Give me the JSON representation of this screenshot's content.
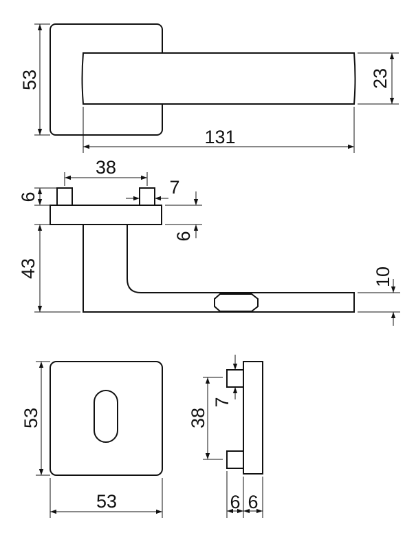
{
  "top_view": {
    "rose_height": "53",
    "lever_length": "131",
    "lever_width": "23"
  },
  "side_view": {
    "pin_spacing": "38",
    "pin_width": "7",
    "pin_height": "6",
    "rose_thickness": "6",
    "projection": "43",
    "lever_thickness": "10"
  },
  "escutcheon_front": {
    "height": "53",
    "width": "53"
  },
  "escutcheon_side": {
    "pin_spacing": "38",
    "pin_width": "7",
    "pin_depth": "6",
    "plate_thickness": "6"
  },
  "colors": {
    "line": "#111111",
    "background": "#ffffff"
  }
}
